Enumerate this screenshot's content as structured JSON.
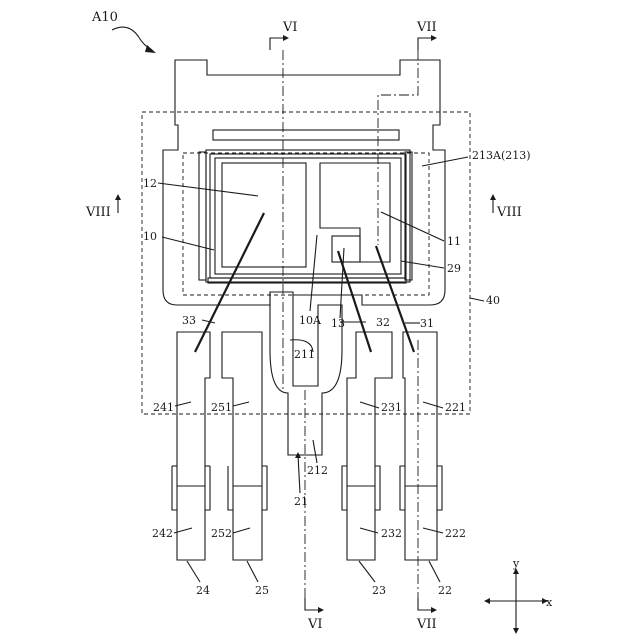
{
  "figure": {
    "id_label": "A10",
    "section_marks": {
      "vi": "VI",
      "vii": "VII",
      "viii": "VIII"
    },
    "axes": {
      "x": "x",
      "y": "y"
    },
    "refs": {
      "r213A": "213A(213)",
      "r12": "12",
      "r10": "10",
      "r11": "11",
      "r29": "29",
      "r40": "40",
      "r33": "33",
      "r10A": "10A",
      "r13": "13",
      "r32": "32",
      "r31": "31",
      "r211": "211",
      "r241": "241",
      "r251": "251",
      "r231": "231",
      "r221": "221",
      "r212": "212",
      "r21": "21",
      "r242": "242",
      "r252": "252",
      "r232": "232",
      "r222": "222",
      "r24": "24",
      "r25": "25",
      "r23": "23",
      "r22": "22"
    }
  }
}
